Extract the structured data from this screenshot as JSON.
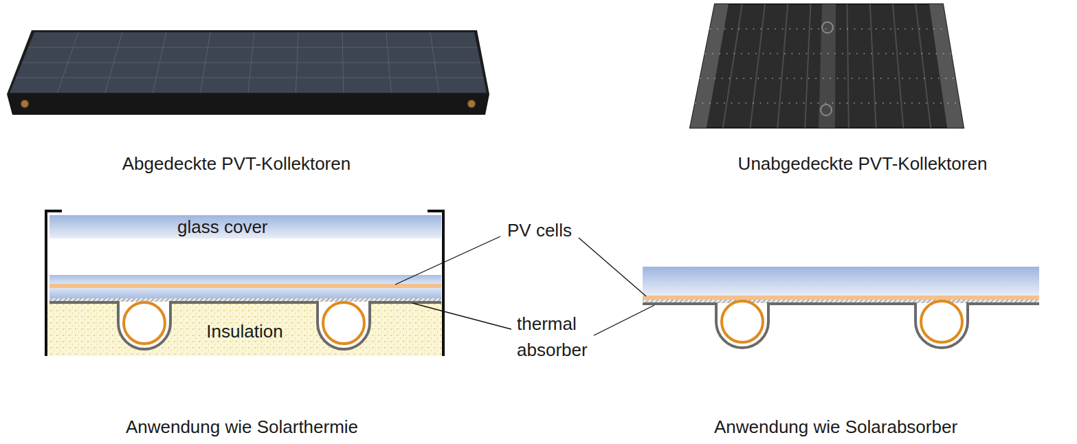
{
  "diagram": {
    "nodes": [
      {
        "text": [
          "glass cover"
        ]
      },
      {
        "text": [
          "Insulation"
        ]
      }
    ],
    "labels": [
      "Abgedeckte PVT-Kollektoren",
      "Unabgedeckte PVT-Kollektoren",
      "PV cells",
      "thermal absorber",
      "Anwendung wie Solarthermie",
      "Anwendung wie Solarabsorber"
    ]
  }
}
